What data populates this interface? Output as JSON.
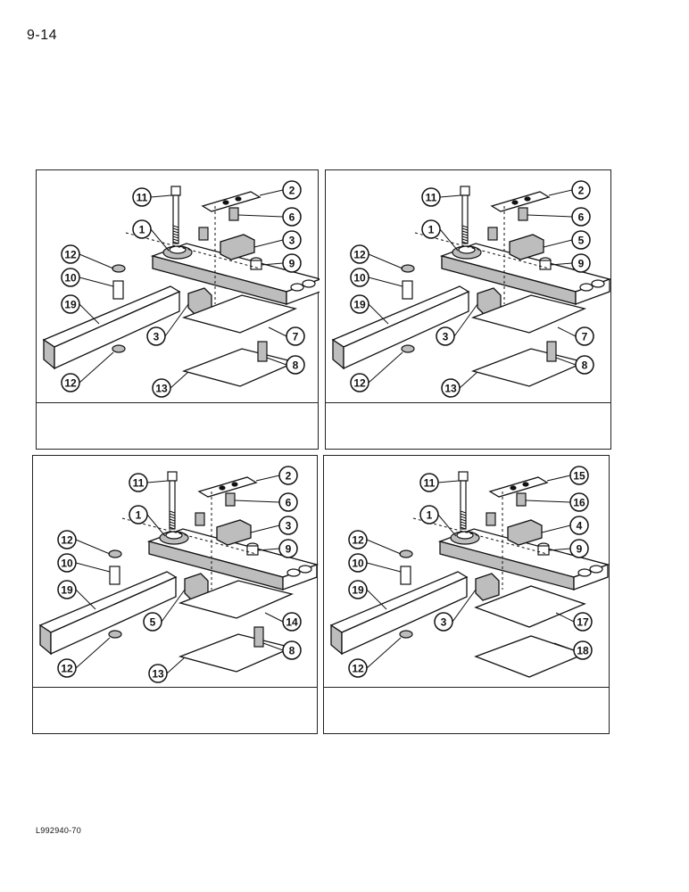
{
  "page": {
    "number": "9-14",
    "code": "L992940-70"
  },
  "panels": [
    {
      "id": "p1",
      "caption": "",
      "labels": [
        "11",
        "2",
        "6",
        "1",
        "3",
        "12",
        "9",
        "10",
        "19",
        "3",
        "7",
        "8",
        "12",
        "13"
      ]
    },
    {
      "id": "p2",
      "caption": "",
      "labels": [
        "11",
        "2",
        "6",
        "1",
        "5",
        "12",
        "9",
        "10",
        "19",
        "3",
        "7",
        "8",
        "12",
        "13"
      ]
    },
    {
      "id": "p3",
      "caption": "",
      "labels": [
        "11",
        "2",
        "6",
        "1",
        "3",
        "12",
        "9",
        "10",
        "19",
        "5",
        "14",
        "8",
        "12",
        "13"
      ]
    },
    {
      "id": "p4",
      "caption": "",
      "labels": [
        "11",
        "15",
        "16",
        "1",
        "4",
        "12",
        "9",
        "10",
        "19",
        "3",
        "17",
        "18",
        "12"
      ]
    }
  ],
  "colors": {
    "ink": "#111111",
    "paper": "#ffffff",
    "shade": "#bdbdbd"
  }
}
